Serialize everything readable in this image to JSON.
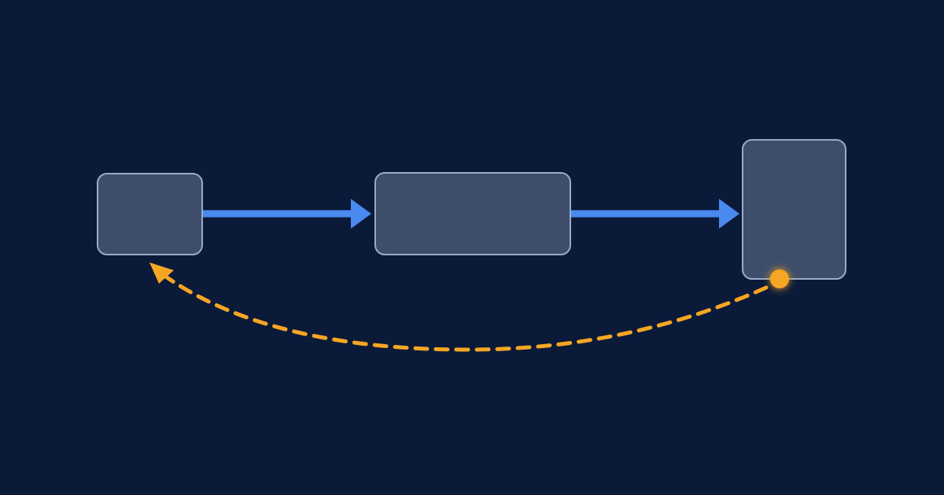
{
  "colors": {
    "background": "#0b1a38",
    "node_fill": "#3e4d69",
    "node_stroke": "#9aaac9",
    "flow_arrow": "#4a89ee",
    "feedback_arrow": "#f5a623"
  },
  "diagram": {
    "nodes": [
      {
        "id": "node-1",
        "label": ""
      },
      {
        "id": "node-2",
        "label": ""
      },
      {
        "id": "node-3",
        "label": ""
      }
    ],
    "edges": [
      {
        "from": "node-1",
        "to": "node-2",
        "style": "solid",
        "color": "flow_arrow"
      },
      {
        "from": "node-2",
        "to": "node-3",
        "style": "solid",
        "color": "flow_arrow"
      },
      {
        "from": "node-3",
        "to": "node-1",
        "style": "dashed-curve",
        "color": "feedback_arrow",
        "start_marker": "dot"
      }
    ]
  }
}
